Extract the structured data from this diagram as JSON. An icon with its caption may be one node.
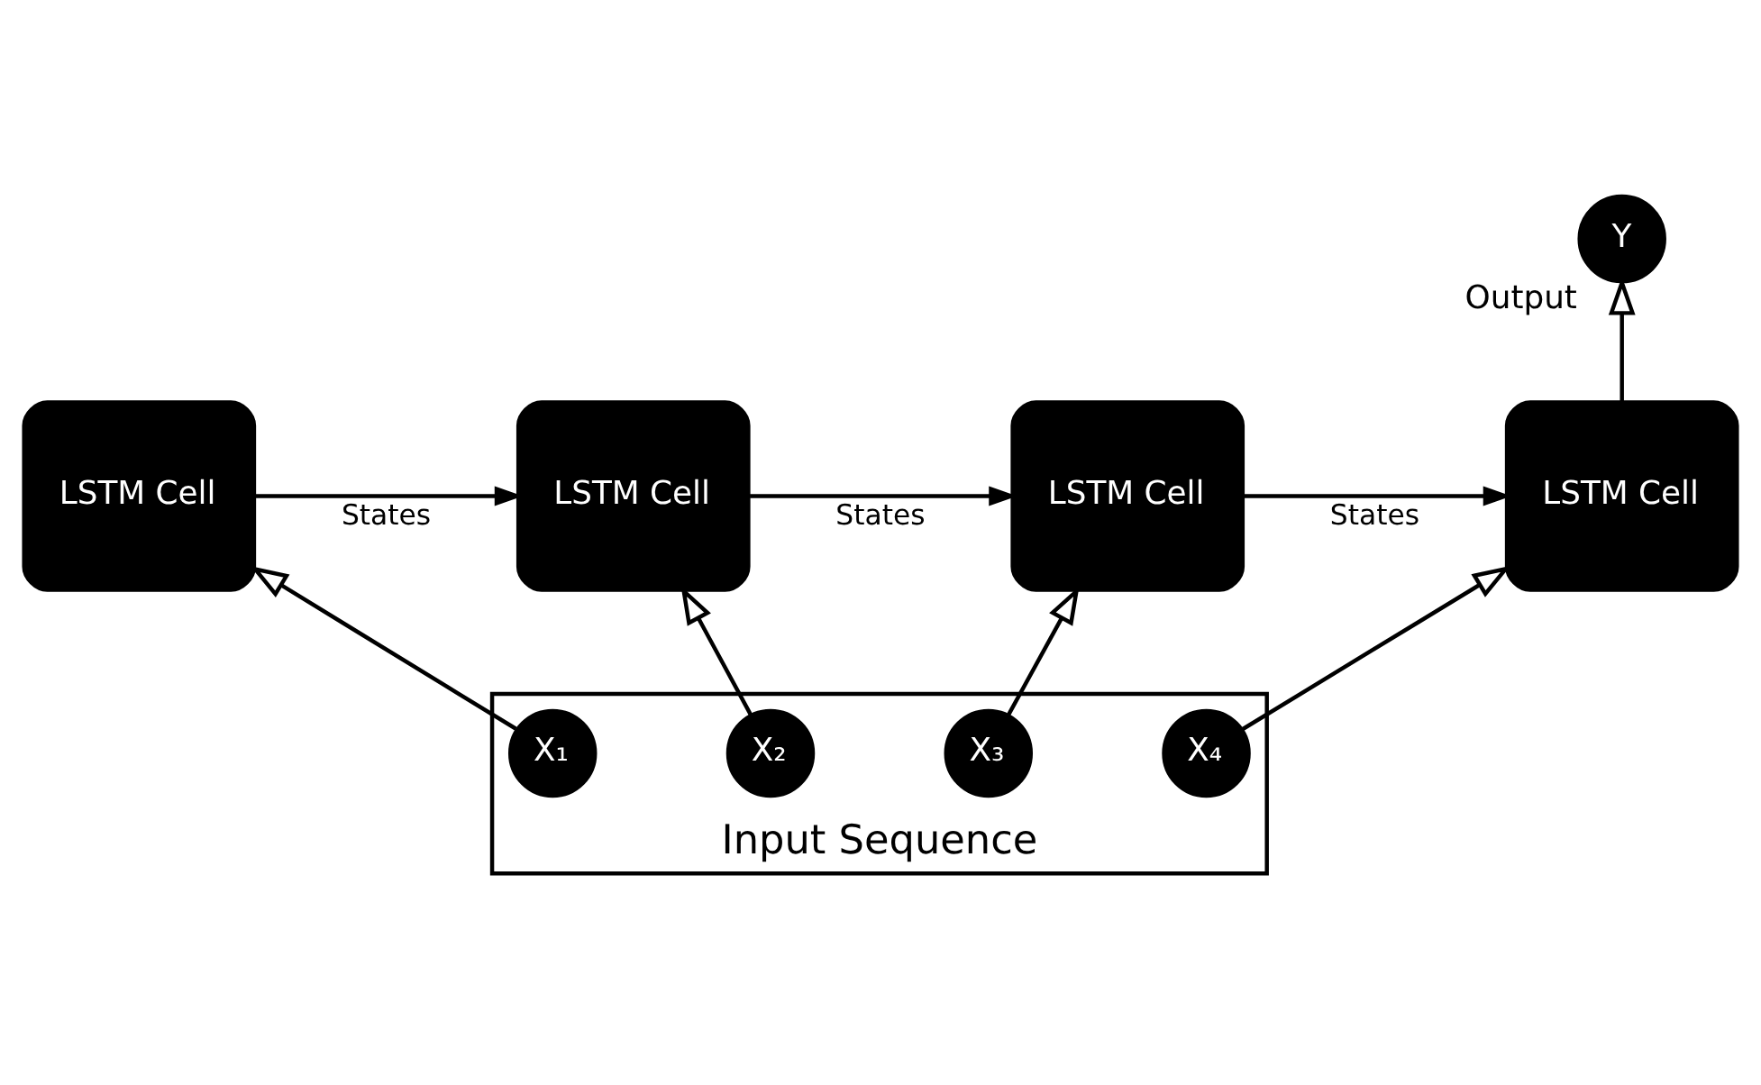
{
  "diagram": {
    "nodes": [
      {
        "text": [
          "Y"
        ],
        "beside": [
          "Output"
        ]
      },
      {
        "text": [
          "LSTM Cell"
        ]
      },
      {
        "text": [
          "LSTM Cell"
        ]
      },
      {
        "text": [
          "LSTM Cell"
        ]
      },
      {
        "text": [
          "LSTM Cell"
        ]
      },
      {
        "text": [
          "Input Sequence"
        ]
      },
      {
        "text": [
          "X₁"
        ],
        "in": 5
      },
      {
        "text": [
          "X₂"
        ],
        "in": 5
      },
      {
        "text": [
          "X₃"
        ],
        "in": 5
      },
      {
        "text": [
          "X₄"
        ],
        "in": 5
      }
    ],
    "edges": [
      {
        "from": 1,
        "to": 2,
        "arrow": "to",
        "label": "States"
      },
      {
        "from": 2,
        "to": 3,
        "arrow": "to",
        "label": "States"
      },
      {
        "from": 3,
        "to": 4,
        "arrow": "to",
        "label": "States"
      },
      {
        "from": 6,
        "to": 1,
        "arrow": "to"
      },
      {
        "from": 7,
        "to": 2,
        "arrow": "to"
      },
      {
        "from": 8,
        "to": 3,
        "arrow": "to"
      },
      {
        "from": 9,
        "to": 4,
        "arrow": "to"
      },
      {
        "from": 4,
        "to": 0,
        "arrow": "to"
      }
    ]
  }
}
